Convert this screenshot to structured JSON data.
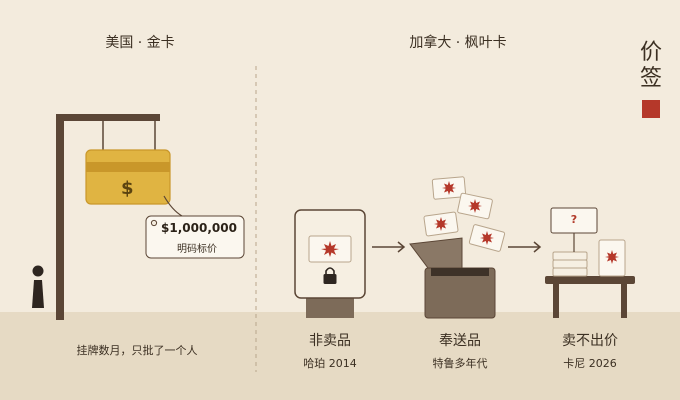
{
  "left_panel": {
    "title": "美国 · 金卡",
    "card_symbol": "$",
    "tag_price": "$1,000,000",
    "tag_label": "明码标价",
    "caption": "挂牌数月，只批了一个人"
  },
  "right_panel": {
    "title": "加拿大 · 枫叶卡",
    "steps": [
      {
        "label": "非卖品",
        "sub": "哈珀 2014"
      },
      {
        "label": "奉送品",
        "sub": "特鲁多年代"
      },
      {
        "label": "卖不出价",
        "sub": "卡尼 2026"
      }
    ],
    "sign_symbol": "?"
  },
  "side_stamp": {
    "chars": [
      "价",
      "签"
    ]
  },
  "colors": {
    "background": "#f3ebdd",
    "ground": "#e6dac4",
    "wood": "#5b4636",
    "gold": "#e0b442",
    "gold_dark": "#c9972a",
    "seal_red": "#b5382a",
    "paper": "#fbf7ef",
    "box": "#7d6b59"
  }
}
